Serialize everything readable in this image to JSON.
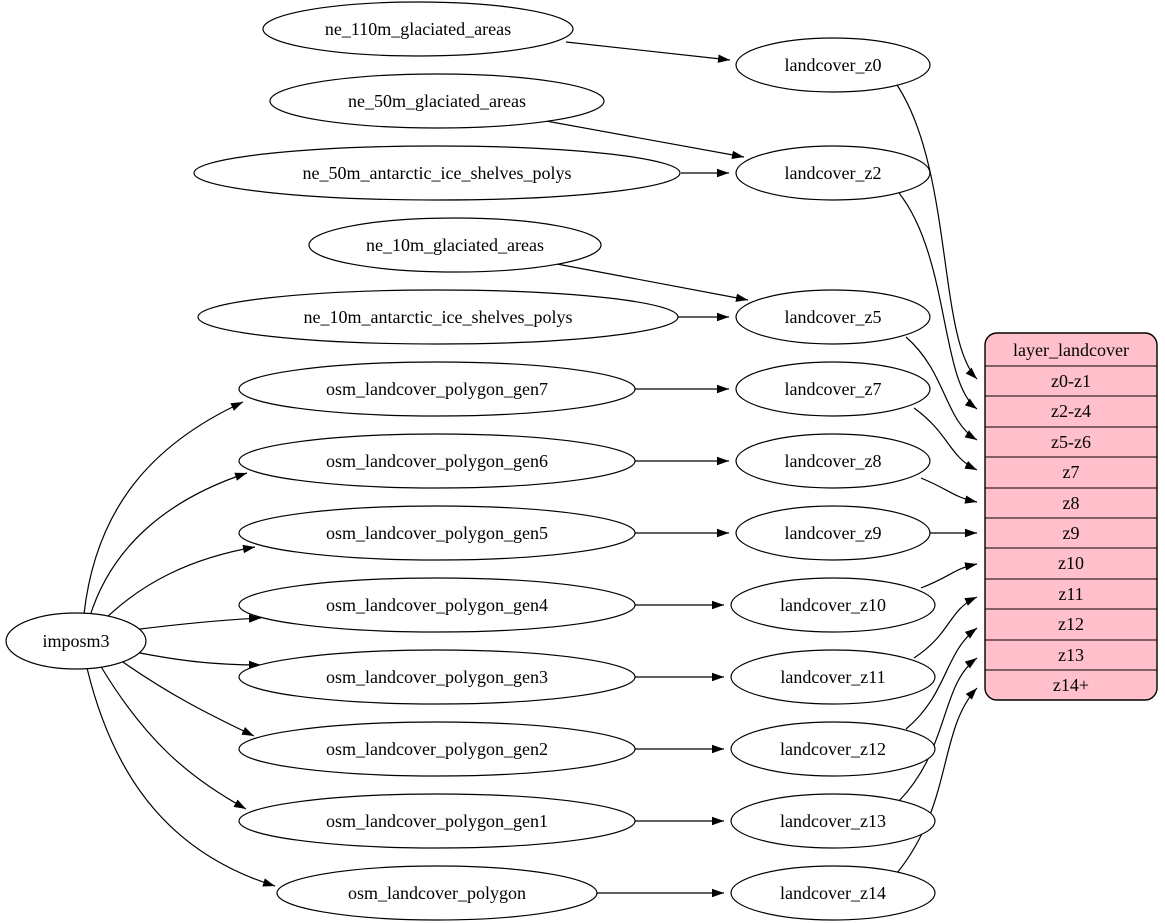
{
  "colors": {
    "background": "#ffffff",
    "node_fill": "#ffffff",
    "node_stroke": "#000000",
    "edge_stroke": "#000000",
    "table_fill": "#ffc0cb"
  },
  "nodes": [
    {
      "id": "imposm3",
      "label": "imposm3"
    },
    {
      "id": "ne_110m_glaciated_areas",
      "label": "ne_110m_glaciated_areas"
    },
    {
      "id": "ne_50m_glaciated_areas",
      "label": "ne_50m_glaciated_areas"
    },
    {
      "id": "ne_50m_antarctic_ice_shelves_polys",
      "label": "ne_50m_antarctic_ice_shelves_polys"
    },
    {
      "id": "ne_10m_glaciated_areas",
      "label": "ne_10m_glaciated_areas"
    },
    {
      "id": "ne_10m_antarctic_ice_shelves_polys",
      "label": "ne_10m_antarctic_ice_shelves_polys"
    },
    {
      "id": "osm_landcover_polygon_gen7",
      "label": "osm_landcover_polygon_gen7"
    },
    {
      "id": "osm_landcover_polygon_gen6",
      "label": "osm_landcover_polygon_gen6"
    },
    {
      "id": "osm_landcover_polygon_gen5",
      "label": "osm_landcover_polygon_gen5"
    },
    {
      "id": "osm_landcover_polygon_gen4",
      "label": "osm_landcover_polygon_gen4"
    },
    {
      "id": "osm_landcover_polygon_gen3",
      "label": "osm_landcover_polygon_gen3"
    },
    {
      "id": "osm_landcover_polygon_gen2",
      "label": "osm_landcover_polygon_gen2"
    },
    {
      "id": "osm_landcover_polygon_gen1",
      "label": "osm_landcover_polygon_gen1"
    },
    {
      "id": "osm_landcover_polygon",
      "label": "osm_landcover_polygon"
    },
    {
      "id": "landcover_z0",
      "label": "landcover_z0"
    },
    {
      "id": "landcover_z2",
      "label": "landcover_z2"
    },
    {
      "id": "landcover_z5",
      "label": "landcover_z5"
    },
    {
      "id": "landcover_z7",
      "label": "landcover_z7"
    },
    {
      "id": "landcover_z8",
      "label": "landcover_z8"
    },
    {
      "id": "landcover_z9",
      "label": "landcover_z9"
    },
    {
      "id": "landcover_z10",
      "label": "landcover_z10"
    },
    {
      "id": "landcover_z11",
      "label": "landcover_z11"
    },
    {
      "id": "landcover_z12",
      "label": "landcover_z12"
    },
    {
      "id": "landcover_z13",
      "label": "landcover_z13"
    },
    {
      "id": "landcover_z14",
      "label": "landcover_z14"
    }
  ],
  "table": {
    "title": "layer_landcover",
    "rows": [
      "z0-z1",
      "z2-z4",
      "z5-z6",
      "z7",
      "z8",
      "z9",
      "z10",
      "z11",
      "z12",
      "z13",
      "z14+"
    ]
  },
  "edges": [
    {
      "from": "ne_110m_glaciated_areas",
      "to": "landcover_z0"
    },
    {
      "from": "ne_50m_glaciated_areas",
      "to": "landcover_z2"
    },
    {
      "from": "ne_50m_antarctic_ice_shelves_polys",
      "to": "landcover_z2"
    },
    {
      "from": "ne_10m_glaciated_areas",
      "to": "landcover_z5"
    },
    {
      "from": "ne_10m_antarctic_ice_shelves_polys",
      "to": "landcover_z5"
    },
    {
      "from": "imposm3",
      "to": "osm_landcover_polygon_gen7"
    },
    {
      "from": "imposm3",
      "to": "osm_landcover_polygon_gen6"
    },
    {
      "from": "imposm3",
      "to": "osm_landcover_polygon_gen5"
    },
    {
      "from": "imposm3",
      "to": "osm_landcover_polygon_gen4"
    },
    {
      "from": "imposm3",
      "to": "osm_landcover_polygon_gen3"
    },
    {
      "from": "imposm3",
      "to": "osm_landcover_polygon_gen2"
    },
    {
      "from": "imposm3",
      "to": "osm_landcover_polygon_gen1"
    },
    {
      "from": "imposm3",
      "to": "osm_landcover_polygon"
    },
    {
      "from": "osm_landcover_polygon_gen7",
      "to": "landcover_z7"
    },
    {
      "from": "osm_landcover_polygon_gen6",
      "to": "landcover_z8"
    },
    {
      "from": "osm_landcover_polygon_gen5",
      "to": "landcover_z9"
    },
    {
      "from": "osm_landcover_polygon_gen4",
      "to": "landcover_z10"
    },
    {
      "from": "osm_landcover_polygon_gen3",
      "to": "landcover_z11"
    },
    {
      "from": "osm_landcover_polygon_gen2",
      "to": "landcover_z12"
    },
    {
      "from": "osm_landcover_polygon_gen1",
      "to": "landcover_z13"
    },
    {
      "from": "osm_landcover_polygon",
      "to": "landcover_z14"
    },
    {
      "from": "landcover_z0",
      "to": "layer_landcover.z0-z1"
    },
    {
      "from": "landcover_z2",
      "to": "layer_landcover.z2-z4"
    },
    {
      "from": "landcover_z5",
      "to": "layer_landcover.z5-z6"
    },
    {
      "from": "landcover_z7",
      "to": "layer_landcover.z7"
    },
    {
      "from": "landcover_z8",
      "to": "layer_landcover.z8"
    },
    {
      "from": "landcover_z9",
      "to": "layer_landcover.z9"
    },
    {
      "from": "landcover_z10",
      "to": "layer_landcover.z10"
    },
    {
      "from": "landcover_z11",
      "to": "layer_landcover.z11"
    },
    {
      "from": "landcover_z12",
      "to": "layer_landcover.z12"
    },
    {
      "from": "landcover_z13",
      "to": "layer_landcover.z13"
    },
    {
      "from": "landcover_z14",
      "to": "layer_landcover.z14+"
    }
  ]
}
